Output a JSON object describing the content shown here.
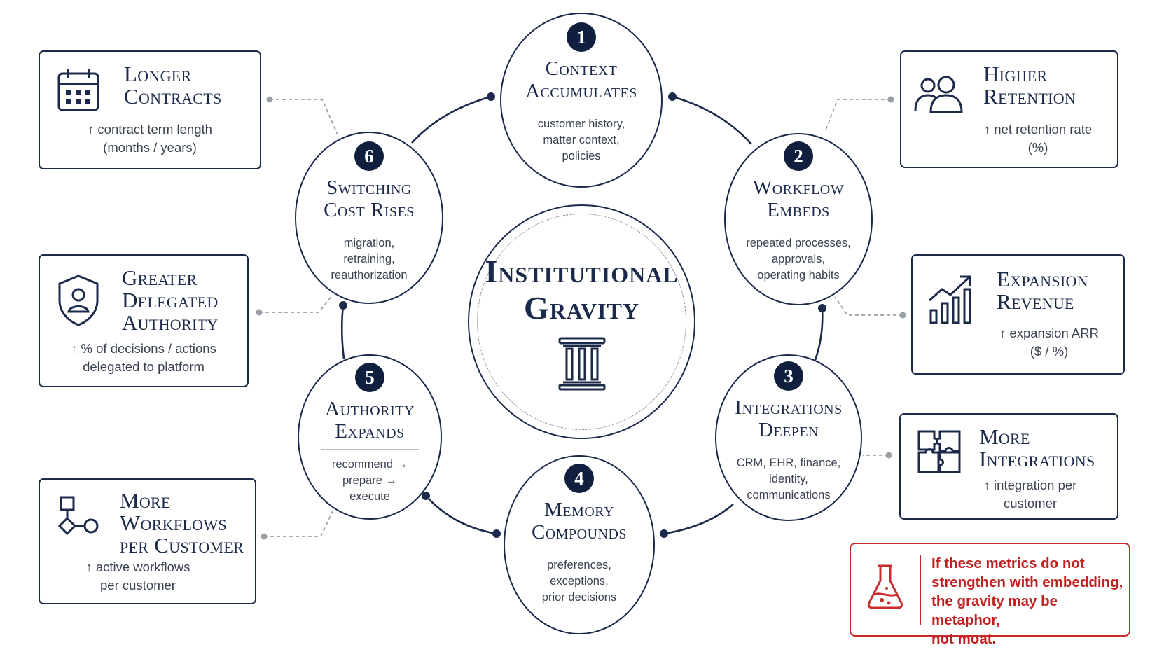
{
  "center": {
    "title": "Institutional\nGravity",
    "icon": "pillar-icon"
  },
  "stages": [
    {
      "number": "1",
      "title": "Context\nAccumulates",
      "description": "customer history,\nmatter context,\npolicies"
    },
    {
      "number": "2",
      "title": "Workflow\nEmbeds",
      "description": "repeated processes,\napprovals,\noperating habits"
    },
    {
      "number": "3",
      "title": "Integrations\nDeepen",
      "description": "CRM, EHR, finance,\nidentity,\ncommunications"
    },
    {
      "number": "4",
      "title": "Memory\nCompounds",
      "description": "preferences,\nexceptions,\nprior decisions"
    },
    {
      "number": "5",
      "title": "Authority\nExpands",
      "description": "recommend →\nprepare →\nexecute"
    },
    {
      "number": "6",
      "title": "Switching\nCost Rises",
      "description": "migration,\nretraining,\nreauthorization"
    }
  ],
  "metrics": [
    {
      "title": "Longer\nContracts",
      "description": "↑ contract term length\n(months / years)",
      "icon": "calendar-icon"
    },
    {
      "title": "Greater\nDelegated\nAuthority",
      "description": "↑ % of decisions / actions\ndelegated to platform",
      "icon": "shield-user-icon"
    },
    {
      "title": "More\nWorkflows\nper Customer",
      "description": "↑ active workflows\nper customer",
      "icon": "workflow-icon"
    },
    {
      "title": "Higher\nRetention",
      "description": "↑ net retention rate\n(%)",
      "icon": "users-icon"
    },
    {
      "title": "Expansion\nRevenue",
      "description": "↑ expansion ARR\n($ / %)",
      "icon": "growth-chart-icon"
    },
    {
      "title": "More\nIntegrations",
      "description": "↑ integration per\ncustomer",
      "icon": "puzzle-icon"
    }
  ],
  "warning": {
    "text": "If these metrics do not\nstrengthen with embedding,\nthe gravity may be metaphor,\nnot moat.",
    "icon": "flask-icon"
  },
  "colors": {
    "navy": "#1b2a4a",
    "badge": "#0f1f3d",
    "warning": "#c72b2b",
    "connector": "#9aa0a8"
  }
}
